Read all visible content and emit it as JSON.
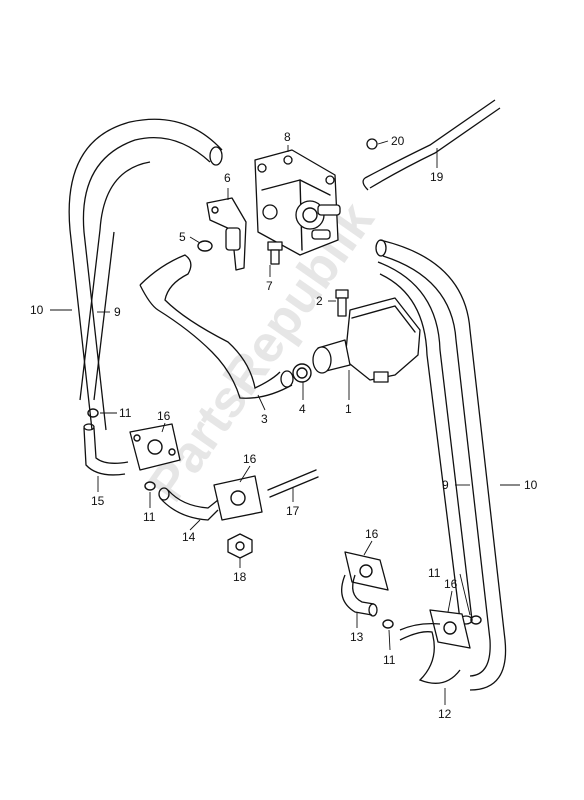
{
  "watermark": "PartsRepublik",
  "callouts": {
    "c1": "1",
    "c2": "2",
    "c3": "3",
    "c4": "4",
    "c5": "5",
    "c6": "6",
    "c7": "7",
    "c8": "8",
    "c9a": "9",
    "c9b": "9",
    "c10a": "10",
    "c10b": "10",
    "c11a": "11",
    "c11b": "11",
    "c11c": "11",
    "c11d": "11",
    "c12": "12",
    "c13": "13",
    "c14": "14",
    "c15": "15",
    "c16a": "16",
    "c16b": "16",
    "c16c": "16",
    "c16d": "16",
    "c17": "17",
    "c18": "18",
    "c19": "19",
    "c20": "20"
  }
}
